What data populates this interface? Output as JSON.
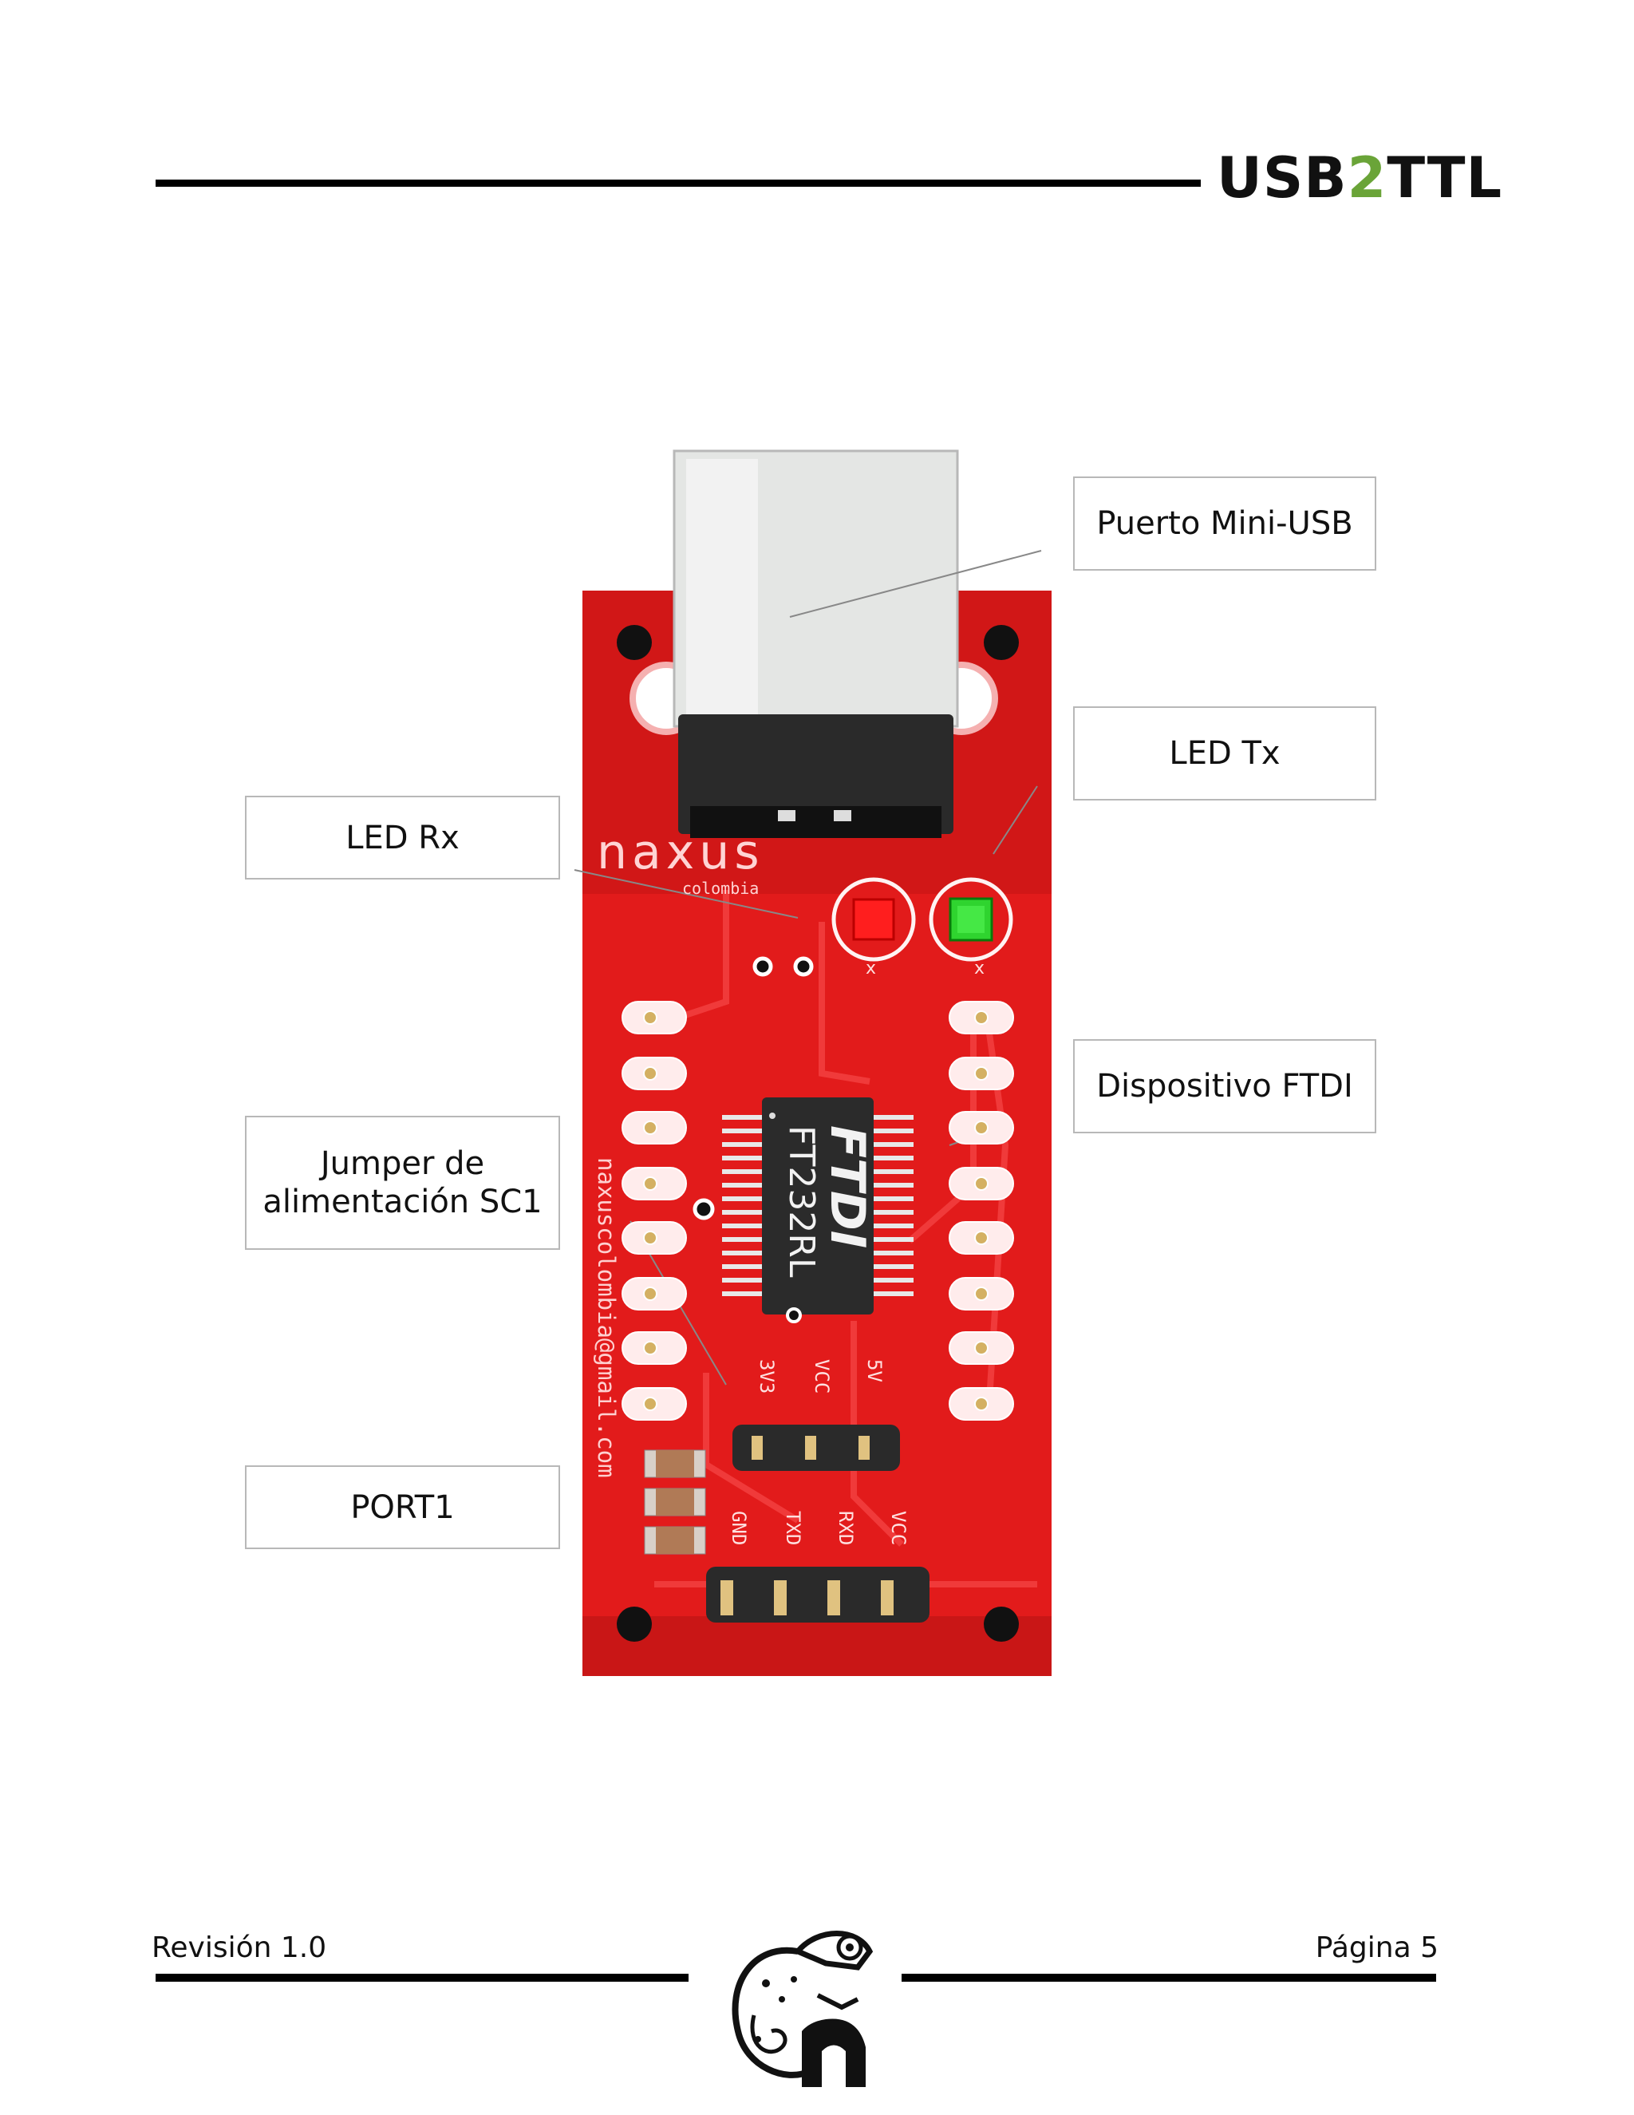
{
  "header": {
    "title_part1": "USB",
    "title_accent": "2",
    "title_part2": "TTL",
    "accent_color": "#6aa438"
  },
  "callouts": {
    "usb_port": "Puerto Mini-USB",
    "led_tx": "LED Tx",
    "led_rx": "LED Rx",
    "ftdi_device": "Dispositivo FTDI",
    "power_jumper": "Jumper de alimentación SC1",
    "port1": "PORT1"
  },
  "board": {
    "brand": "naxus",
    "brand_sub": "colombia",
    "side_text": "naxuscolombia@gmail.com",
    "chip_brand": "FTDI",
    "chip_model": "FT232RL",
    "led_labels": [
      "x",
      "x"
    ],
    "jumper_labels": [
      "3V3",
      "VCC",
      "5V"
    ],
    "port_labels": [
      "GND",
      "TXD",
      "RXD",
      "VCC"
    ],
    "pcb_color": "#e21b1b",
    "led_rx_color": "#e81010",
    "led_tx_color": "#22c022"
  },
  "footer": {
    "revision": "Revisión 1.0",
    "page": "Página 5"
  }
}
